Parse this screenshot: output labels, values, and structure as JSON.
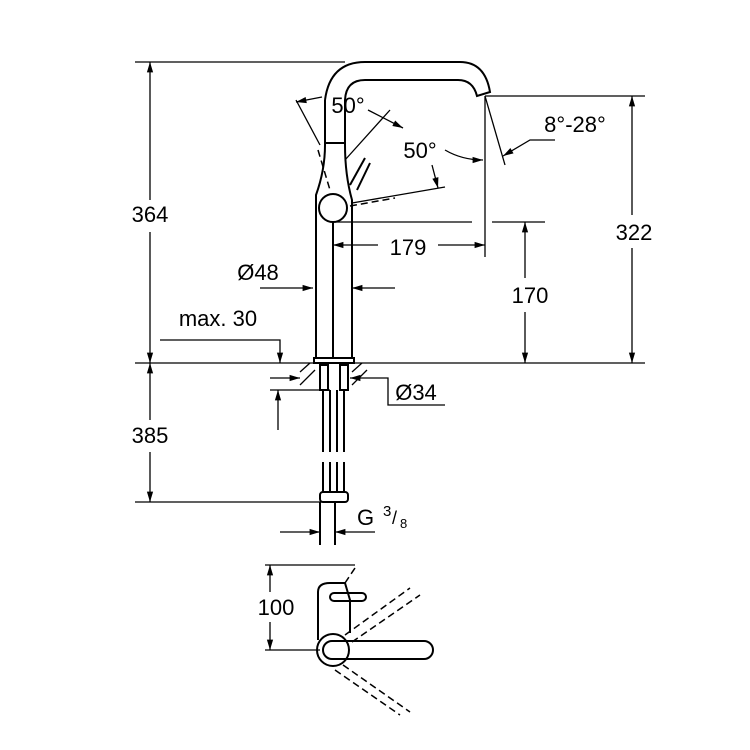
{
  "drawing": {
    "dimensions": {
      "total_height": "364",
      "spout_height": "322",
      "below_deck": "385",
      "spout_reach": "179",
      "outlet_height": "170",
      "body_diameter": "Ø48",
      "max_deck_thickness": "max. 30",
      "hole_diameter": "Ø34",
      "connection_thread_G": "G",
      "connection_thread_num": "3",
      "connection_thread_den": "8",
      "lever_angle_left": "50°",
      "lever_angle_right": "50°",
      "spout_tilt": "8°-28°",
      "plan_depth": "100"
    }
  }
}
